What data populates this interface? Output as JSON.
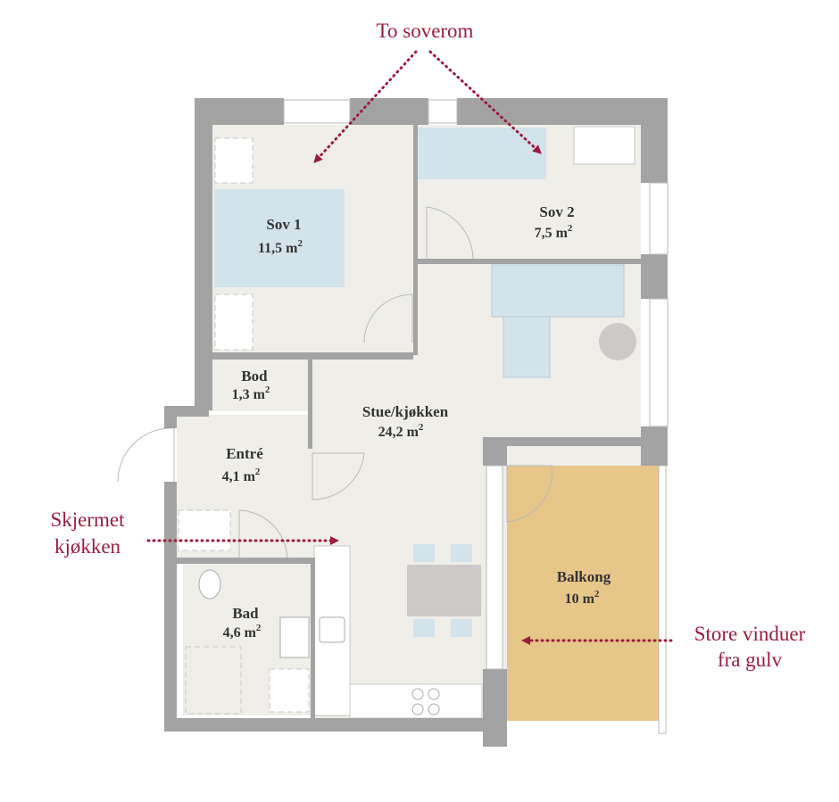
{
  "colors": {
    "wall": "#a3a3a3",
    "floor": "#efeee9",
    "bed": "#d3e3ec",
    "balcony": "#e7c68a",
    "table": "#cdc9c9",
    "accent": "#9b1d3e",
    "text": "#333333"
  },
  "rooms": [
    {
      "id": "sov1",
      "name": "Sov 1",
      "area": "11,5 m",
      "unit_sup": "2"
    },
    {
      "id": "sov2",
      "name": "Sov 2",
      "area": "7,5 m",
      "unit_sup": "2"
    },
    {
      "id": "bod",
      "name": "Bod",
      "area": "1,3 m",
      "unit_sup": "2"
    },
    {
      "id": "stue",
      "name": "Stue/kjøkken",
      "area": "24,2  m",
      "unit_sup": "2"
    },
    {
      "id": "entre",
      "name": "Entré",
      "area": "4,1 m",
      "unit_sup": "2"
    },
    {
      "id": "bad",
      "name": "Bad",
      "area": "4,6 m",
      "unit_sup": "2"
    },
    {
      "id": "balkong",
      "name": "Balkong",
      "area": "10 m",
      "unit_sup": "2"
    }
  ],
  "annotations": {
    "to_soverom": "To soverom",
    "skjermet": [
      "Skjermet",
      "kjøkken"
    ],
    "store_vinduer": [
      "Store vinduer",
      "fra gulv"
    ]
  }
}
